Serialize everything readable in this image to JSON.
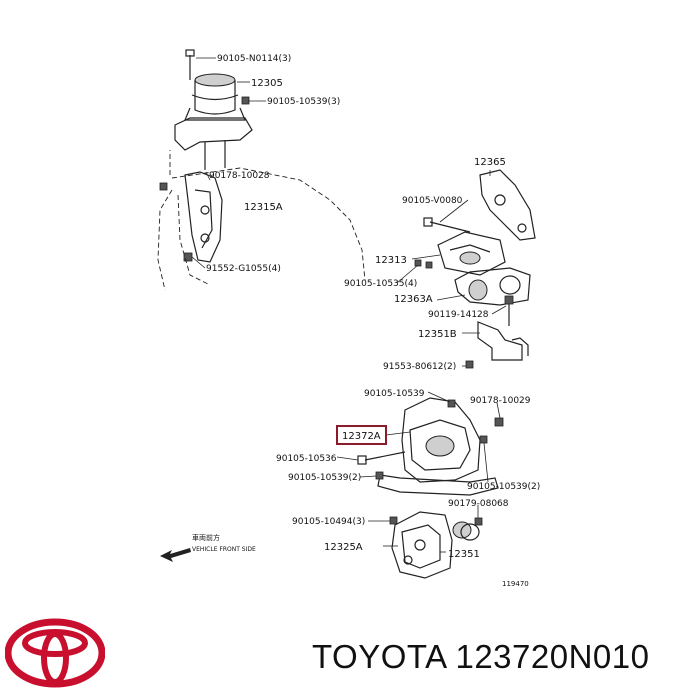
{
  "labels": {
    "p1": "90105-N0114(3)",
    "p2": "12305",
    "p3": "90105-10539(3)",
    "p4": "90178-10028",
    "p5": "12315A",
    "p6": "91552-G1055(4)",
    "p7": "12365",
    "p8": "90105-V0080",
    "p9": "12313",
    "p10": "90105-10535(4)",
    "p11": "12363A",
    "p12": "90119-14128",
    "p13": "12351B",
    "p14": "91553-80612(2)",
    "p15": "90105-10539",
    "p16": "90178-10029",
    "p17": "12372A",
    "p18": "90105-10536",
    "p19": "90105-10539(2)",
    "p20": "90105-10539(2)",
    "p21": "90179-08068",
    "p22": "90105-10494(3)",
    "p23": "12325A",
    "p24": "12351",
    "direction_line1": "車両前方",
    "direction_line2": "VEHICLE FRONT SIDE",
    "figure_code": "119470"
  },
  "footer": {
    "brand_text": "TOYOTA 123720N010"
  },
  "colors": {
    "highlight": "#8b1a2b",
    "logo": "#c8102e",
    "ink": "#222222"
  }
}
